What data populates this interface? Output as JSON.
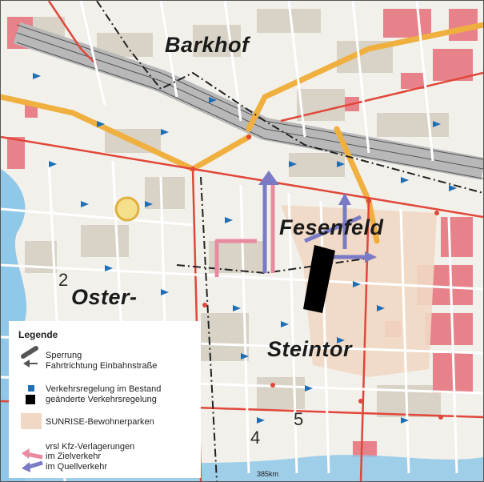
{
  "map": {
    "districts": {
      "barkhof": "Barkhof",
      "fesenfeld": "Fesenfeld",
      "oster": "Oster-",
      "steintor": "Steintor"
    },
    "area_numbers": [
      "2",
      "4",
      "5"
    ],
    "scale_label": "385km",
    "colors": {
      "background": "#f2f0ea",
      "building": "#d8d3c6",
      "main_road": "#f0b040",
      "red_road": "#e0473a",
      "water": "#8fc8e8",
      "residential_parking_zone": "#f1d8c4",
      "restriction": "#1a1a1a",
      "traffic_rule_existing": "#1f6fb5",
      "traffic_rule_changed": "#000000",
      "shift_target_traffic": "#e88aa0",
      "shift_source_traffic": "#7a7bc4",
      "pink_buildings": "#e8828a"
    }
  },
  "legend": {
    "title": "Legende",
    "items": [
      {
        "label": "Sperrung",
        "icon": "closure-icon"
      },
      {
        "label": "Fahrtrichtung Einbahnstraße",
        "icon": "one-way-icon"
      },
      {
        "label": "Verkehrsregelung im Bestand",
        "icon": "blue-square-icon"
      },
      {
        "label": "geänderte Verkehrsregelung",
        "icon": "black-square-icon"
      },
      {
        "label": "SUNRISE-Bewohnerparken",
        "icon": "parking-zone-icon"
      },
      {
        "label": "vrsl Kfz-Verlagerungen",
        "icon": ""
      },
      {
        "label": "im Zielverkehr",
        "icon": "pink-arrow-icon"
      },
      {
        "label": "im Quellverkehr",
        "icon": "purple-arrow-icon"
      }
    ]
  }
}
